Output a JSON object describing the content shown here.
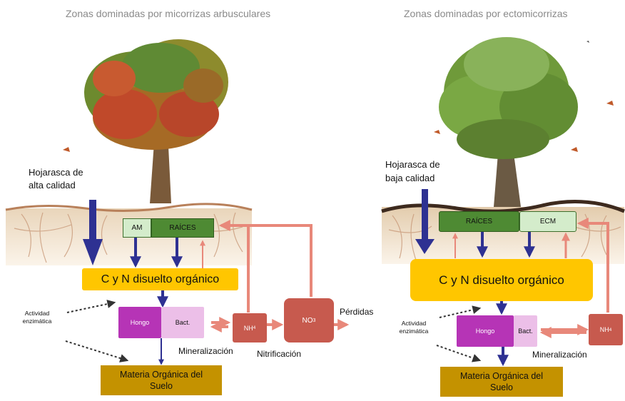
{
  "left": {
    "title": "Zonas dominadas por micorrizas arbusculares",
    "litter_line1": "Hojarasca de",
    "litter_line2": "alta calidad",
    "am": "AM",
    "roots": "RAÍCES",
    "dom": "C y N disuelto orgánico",
    "fungi": "Hongo",
    "bacteria": "Bact.",
    "nh4": "NH",
    "nh4_sub": "4",
    "no3": "NO",
    "no3_sub": "3",
    "losses": "Pérdidas",
    "enzyme_line1": "Actividad",
    "enzyme_line2": "enzimática",
    "mineralization": "Mineralización",
    "nitrification": "Nitrificación",
    "som_line1": "Materia Orgánica del",
    "som_line2": "Suelo"
  },
  "right": {
    "title": "Zonas dominadas por ectomicorrizas",
    "litter_line1": "Hojarasca de",
    "litter_line2": "baja calidad",
    "roots": "RAÍCES",
    "ecm": "ECM",
    "dom": "C y N disuelto orgánico",
    "fungi": "Hongo",
    "bacteria": "Bact.",
    "nh4": "NH",
    "nh4_sub": "4",
    "enzyme_line1": "Actividad",
    "enzyme_line2": "enzimática",
    "mineralization": "Mineralización",
    "som_line1": "Materia Orgánica del",
    "som_line2": "Suelo"
  },
  "colors": {
    "blue_arrow": "#2e3192",
    "salmon_arrow": "#e8887a",
    "dom_yellow": "#ffc600",
    "root_green": "#4e8a33",
    "mycorrhiza_light": "#d4eccb",
    "fungi_magenta": "#b634b6",
    "bacteria_pink": "#ecbfe8",
    "nitrogen_red": "#c75a4e",
    "som_gold": "#c49200"
  }
}
